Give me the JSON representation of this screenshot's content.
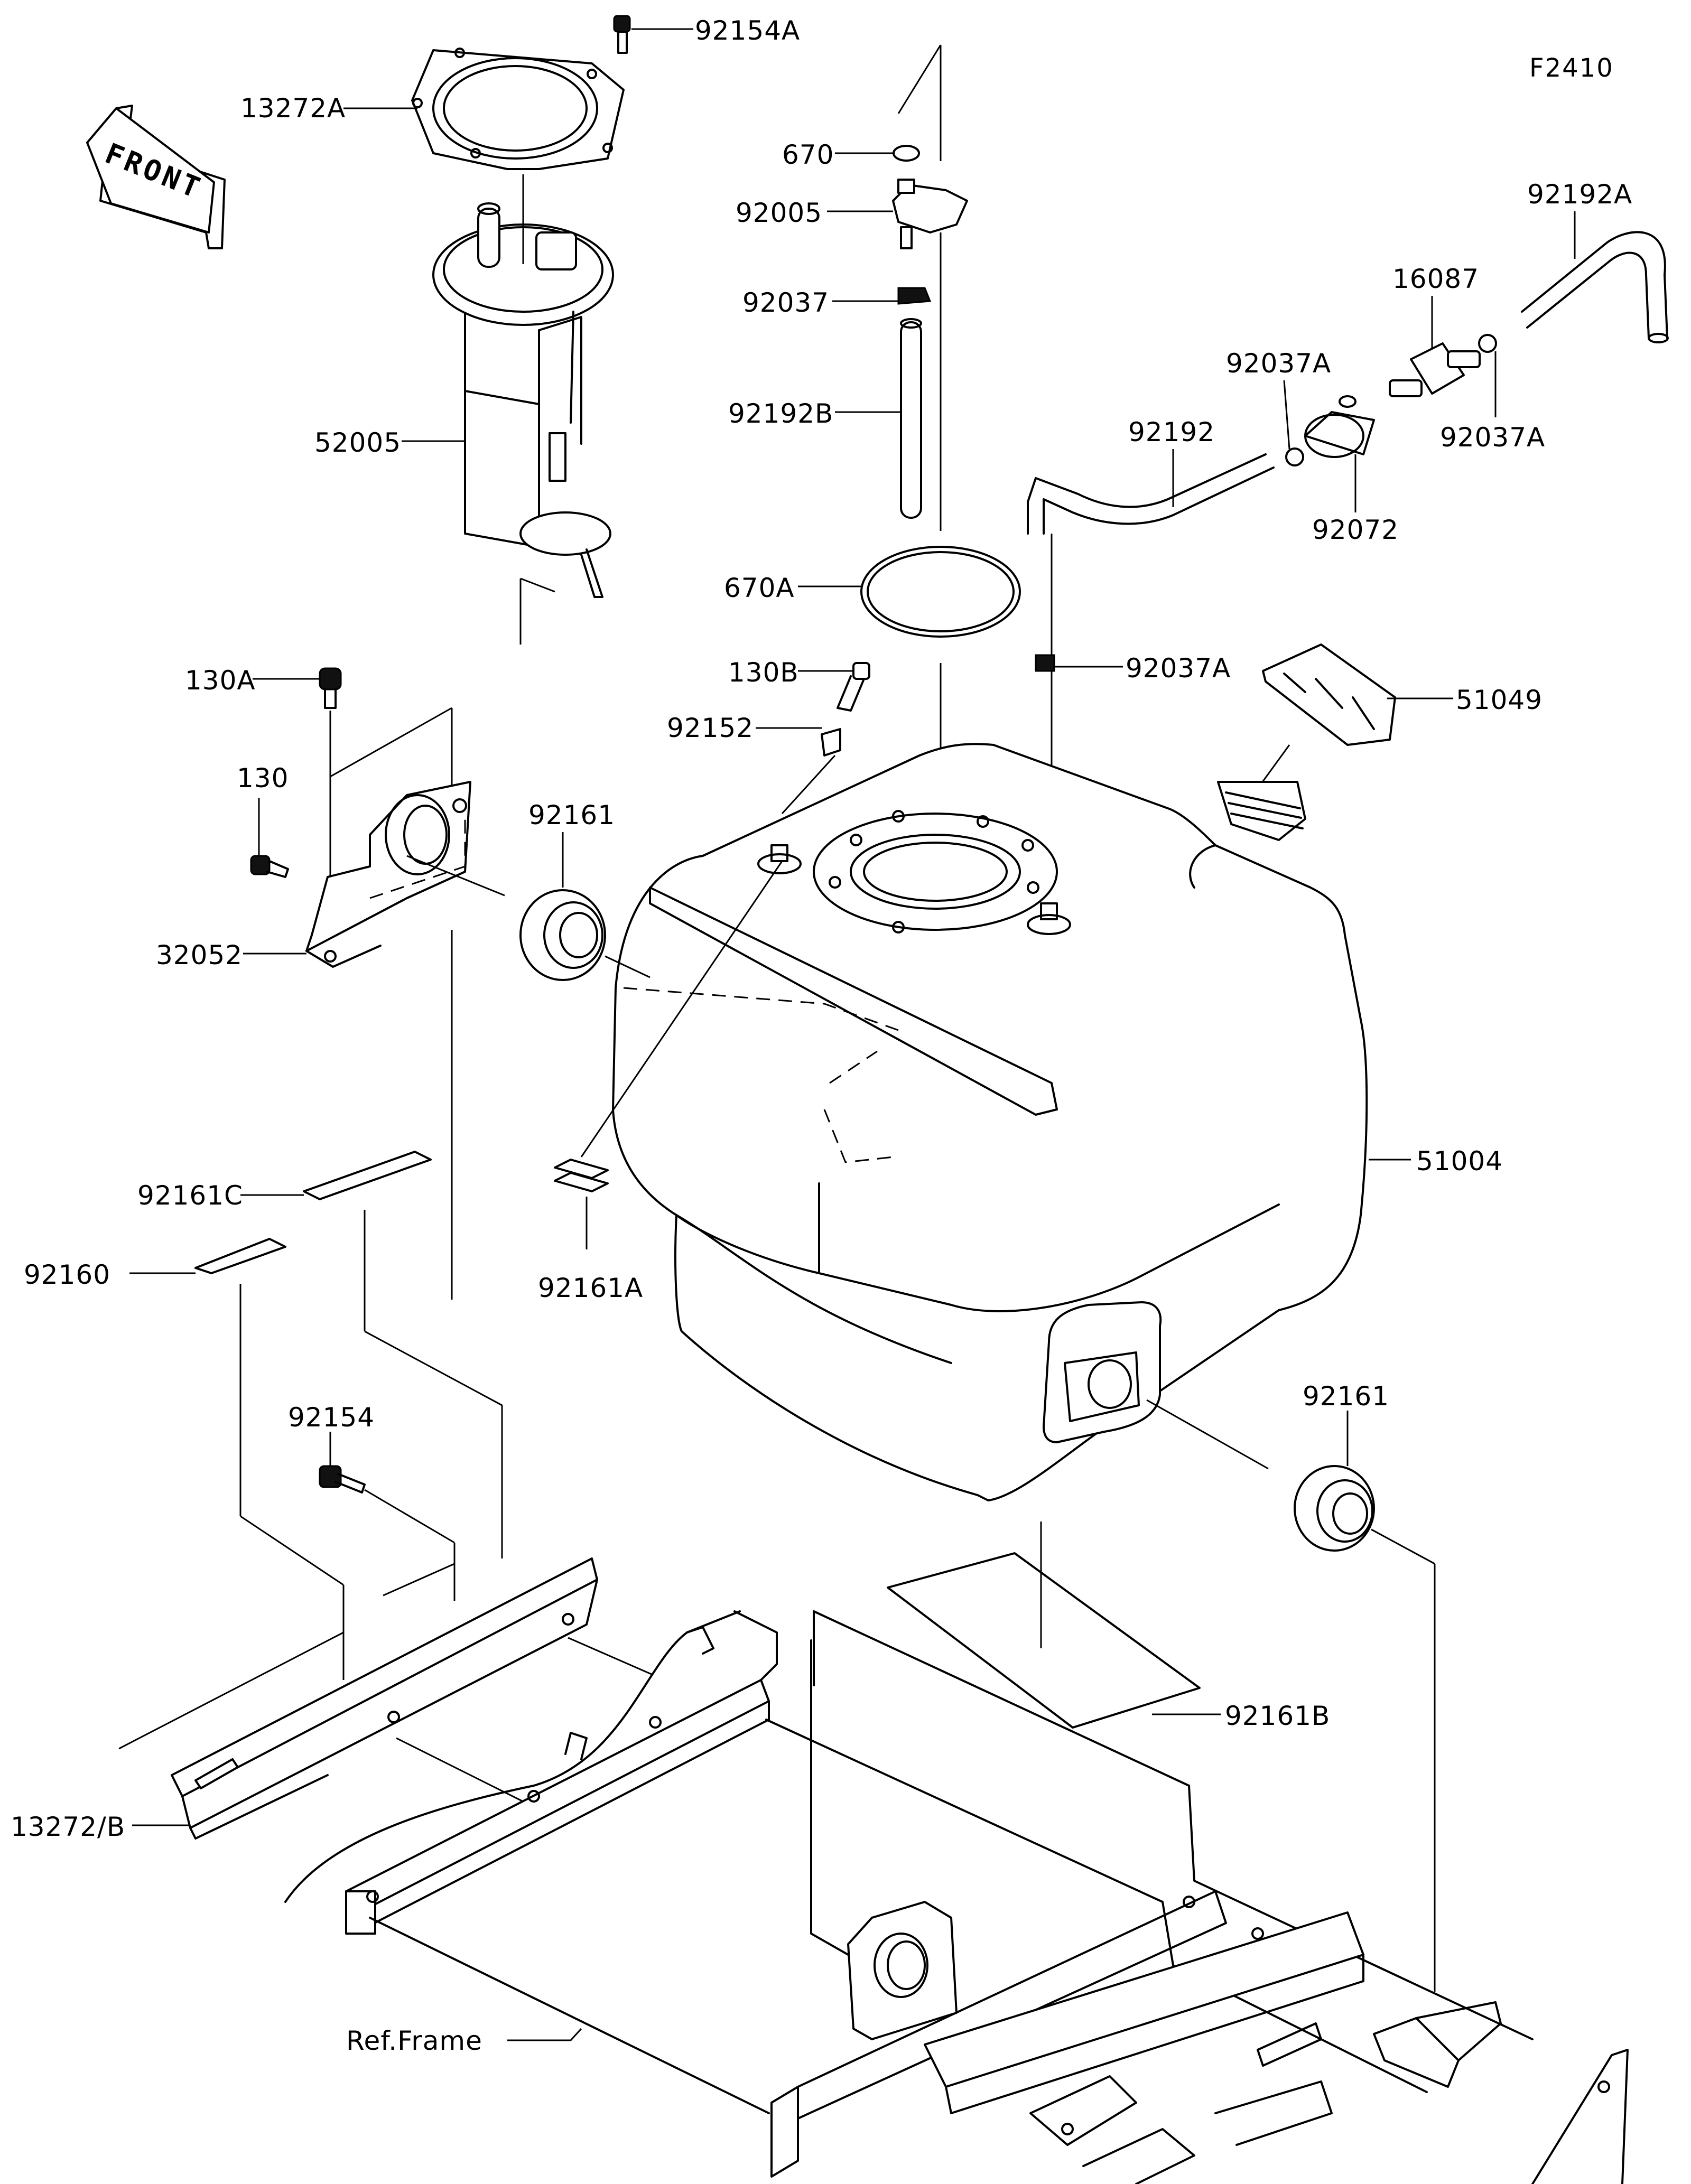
{
  "figure_code": "F2410",
  "front_label": "FRONT",
  "callouts": {
    "c92154A": "92154A",
    "c13272A": "13272A",
    "c670": "670",
    "c92005": "92005",
    "c92192A": "92192A",
    "c16087": "16087",
    "c92037": "92037",
    "c92037A_1": "92037A",
    "c92037A_2": "92037A",
    "c92037A_3": "92037A",
    "c92192B": "92192B",
    "c52005": "52005",
    "c92192": "92192",
    "c92072": "92072",
    "c670A": "670A",
    "c130B": "130B",
    "c130A": "130A",
    "c51049": "51049",
    "c92152": "92152",
    "c130": "130",
    "c92161_1": "92161",
    "c32052": "32052",
    "c51004": "51004",
    "c92161C": "92161C",
    "c92160": "92160",
    "c92161A": "92161A",
    "c92154": "92154",
    "c92161_2": "92161",
    "c92161B": "92161B",
    "c13272B": "13272/B",
    "cRefFrame": "Ref.Frame"
  }
}
